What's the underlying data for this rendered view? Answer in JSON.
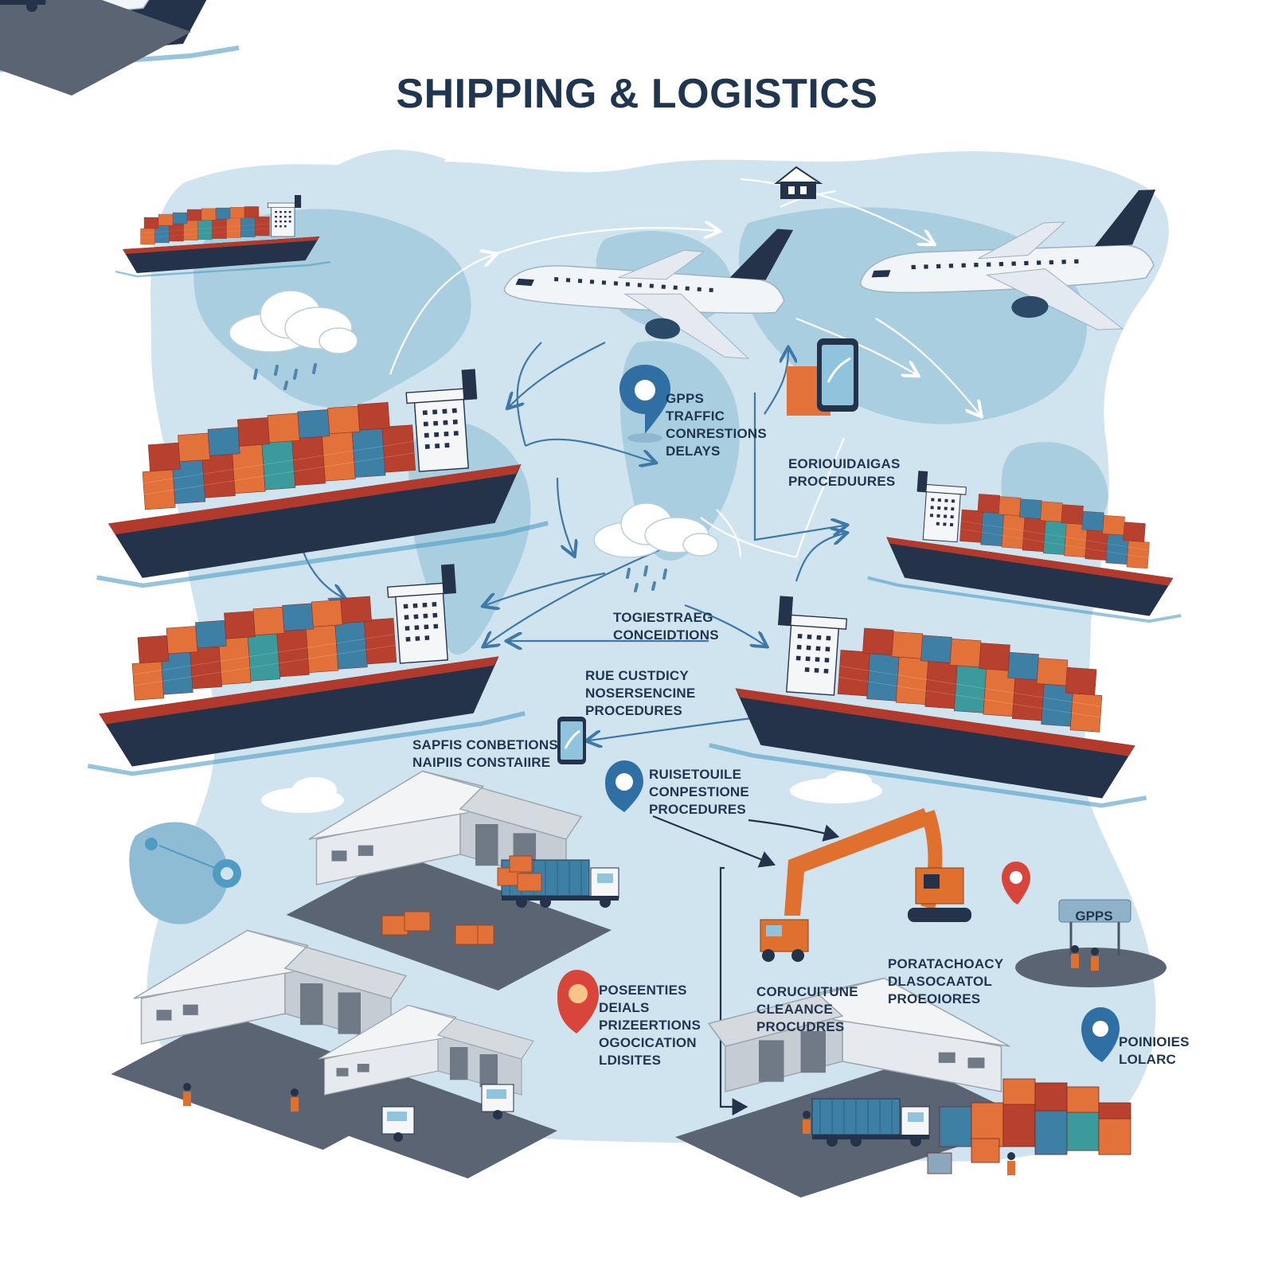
{
  "title": "SHIPPING & LOGISTICS",
  "labels": {
    "traffic": [
      "GPPS",
      "TRAFFIC",
      "CONRESTIONS",
      "DELAYS"
    ],
    "procedures_top": [
      "EORIOUIDAIGAS",
      "PROCEDUURES"
    ],
    "conditions_mid": [
      "TOGIESTRAEG",
      "CONCEIDTIONS"
    ],
    "customs": [
      "RUE CUSTDICY",
      "NOSERSENCINE",
      "PROCEDURES"
    ],
    "sapfis": [
      "SAPFIS CONBETIONS",
      "NAIPIIS CONSTAIIRE"
    ],
    "rulesetoule": [
      "RUISETOUILE",
      "CONPESTIONE",
      "PROCEDURES"
    ],
    "posenties": [
      "POSEENTIES",
      "DEIALS",
      "PRIZEERTIONS",
      "OGOCICATION",
      "LDISITES"
    ],
    "corucuitune": [
      "CORUCUITUNE",
      "CLEAANCE",
      "PROCUDRES"
    ],
    "poratachocy": [
      "PORATACHOACY",
      "DLASOCAATOL",
      "PROEOIORES"
    ],
    "poinioies": [
      "POINIOIES",
      "LOLARC"
    ],
    "gps_sign": "GPPS"
  },
  "colors": {
    "title": "#1f3550",
    "map_background": "#cfe4ef",
    "continent": "#a9cee0",
    "container_orange": "#e2713a",
    "container_red": "#b8402e",
    "container_blue": "#3e7fa6",
    "container_teal": "#3a9a9c",
    "hull_dark": "#24334a",
    "hull_red": "#b23a2c",
    "pin_blue": "#2f6fa3",
    "pin_red": "#d8453a",
    "crane_orange": "#e0702e",
    "arrow": "#3d78a6"
  },
  "icons": [
    "cargo-ship-icon",
    "airplane-icon",
    "cloud-icon",
    "smartphone-icon",
    "location-pin-icon",
    "warehouse-icon",
    "truck-icon",
    "crane-icon",
    "globe-icon"
  ]
}
